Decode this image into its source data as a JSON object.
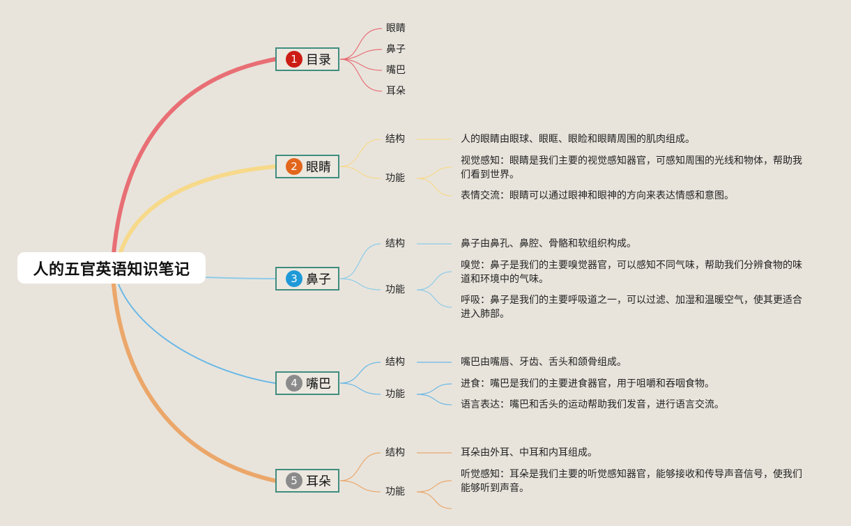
{
  "root": {
    "title": "人的五官英语知识笔记"
  },
  "topics": [
    {
      "number": "1",
      "label": "目录",
      "color": "#e86f75",
      "badge_color": "#cc1d14"
    },
    {
      "number": "2",
      "label": "眼睛",
      "color": "#f7d98a",
      "badge_color": "#e2661c"
    },
    {
      "number": "3",
      "label": "鼻子",
      "color": "#8ecbe8",
      "badge_color": "#1f9ad8"
    },
    {
      "number": "4",
      "label": "嘴巴",
      "color": "#6ab8e6",
      "badge_color": "#8b8b8b"
    },
    {
      "number": "5",
      "label": "耳朵",
      "color": "#eba76a",
      "badge_color": "#8b8b8b"
    }
  ],
  "toc": {
    "items": [
      "眼睛",
      "鼻子",
      "嘴巴",
      "耳朵"
    ]
  },
  "eyes": {
    "structure": {
      "label": "结构",
      "text": "人的眼睛由眼球、眼眶、眼睑和眼睛周围的肌肉组成。"
    },
    "function": {
      "label": "功能",
      "items": [
        "视觉感知：眼睛是我们主要的视觉感知器官，可感知周围的光线和物体，帮助我们看到世界。",
        "表情交流：眼睛可以通过眼神和眼神的方向来表达情感和意图。"
      ]
    }
  },
  "nose": {
    "structure": {
      "label": "结构",
      "text": "鼻子由鼻孔、鼻腔、骨骼和软组织构成。"
    },
    "function": {
      "label": "功能",
      "items": [
        "嗅觉：鼻子是我们的主要嗅觉器官，可以感知不同气味，帮助我们分辨食物的味道和环境中的气味。",
        "呼吸：鼻子是我们的主要呼吸道之一，可以过滤、加湿和温暖空气，使其更适合进入肺部。"
      ]
    }
  },
  "mouth": {
    "structure": {
      "label": "结构",
      "text": "嘴巴由嘴唇、牙齿、舌头和颌骨组成。"
    },
    "function": {
      "label": "功能",
      "items": [
        "进食：嘴巴是我们的主要进食器官，用于咀嚼和吞咽食物。",
        "语言表达：嘴巴和舌头的运动帮助我们发音，进行语言交流。"
      ]
    }
  },
  "ears": {
    "structure": {
      "label": "结构",
      "text": "耳朵由外耳、中耳和内耳组成。"
    },
    "function": {
      "label": "功能",
      "items": [
        "听觉感知：耳朵是我们主要的听觉感知器官，能够接收和传导声音信号，使我们能够听到声音。"
      ]
    }
  }
}
